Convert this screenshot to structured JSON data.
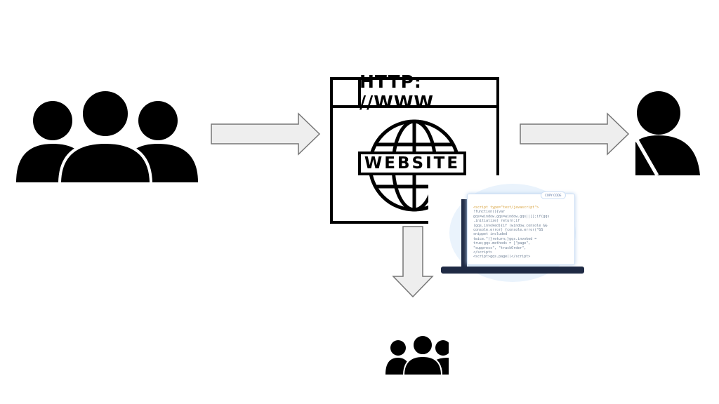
{
  "browser": {
    "url": "HTTP: //WWW",
    "label": "WEBSITE"
  },
  "code_snippet": {
    "copy_button": "COPY CODE",
    "lines": [
      "<script type=\"text/javascript\">",
      "!function(){var",
      "gqs=window.gqs=window.gqs||[];if(gqs",
      ".initialize) return;if",
      "(gqs.invoked){if (window.console &&",
      "console.error) {console.error(\"GS",
      "snippet included",
      "twice.\")}return;}gqs.invoked =",
      "true;gqs.methods = [\"page\",",
      "\"suppress\", \"trackOrder\",",
      "</script>",
      "<script>gqs.page()</script>"
    ]
  }
}
